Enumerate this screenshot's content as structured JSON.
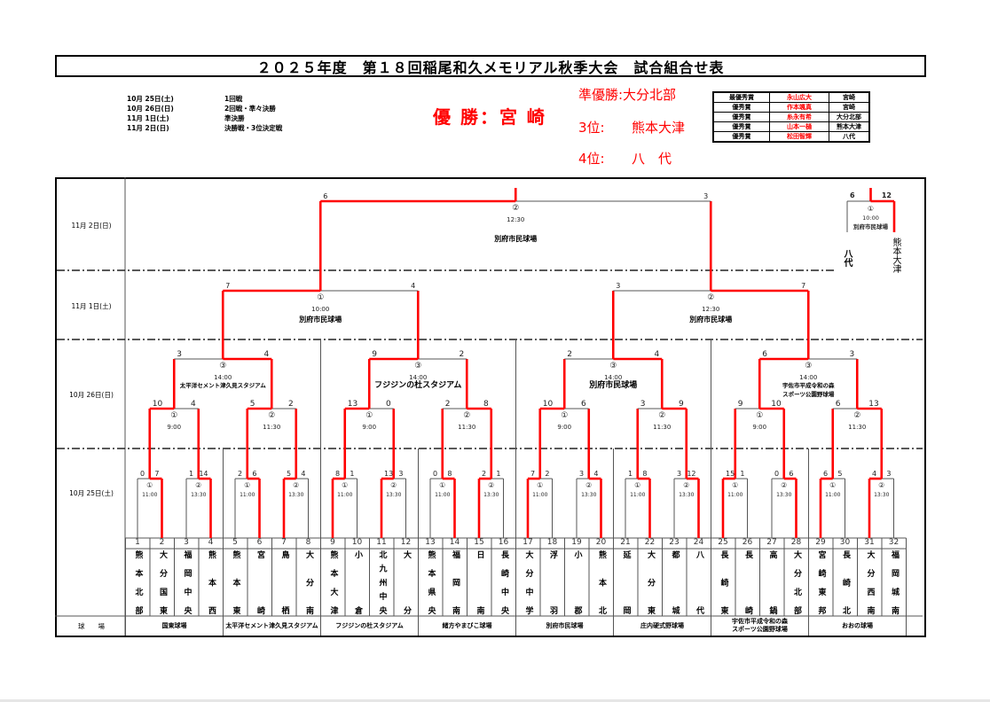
{
  "title": "２０２５年度　第１８回稲尾和久メモリアル秋季大会　試合組合せ表",
  "schedule": [
    {
      "date": "10月 25日(土)",
      "round": "1回戦"
    },
    {
      "date": "10月 26日(日)",
      "round": "2回戦・準々決勝"
    },
    {
      "date": "11月 1日(土)",
      "round": "準決勝"
    },
    {
      "date": "11月 2日(日)",
      "round": "決勝戦・3位決定戦"
    }
  ],
  "results": {
    "champion": "優 勝：宮 崎",
    "runner_up": "準優勝:大分北部",
    "third_label": "3位:",
    "third_team": "熊本大津",
    "fourth_label": "4位:",
    "fourth_team": "八　代"
  },
  "awards": [
    {
      "award": "最優秀賞",
      "player": "永山広大",
      "team": "宮崎"
    },
    {
      "award": "優秀賞",
      "player": "作本颯真",
      "team": "宮崎"
    },
    {
      "award": "優秀賞",
      "player": "糸永有希",
      "team": "大分北部"
    },
    {
      "award": "優秀賞",
      "player": "山本一樋",
      "team": "熊本大津"
    },
    {
      "award": "優秀賞",
      "player": "松田智輝",
      "team": "八代"
    }
  ],
  "row_labels": {
    "nov2": "11月 2日(日)",
    "nov1": "11月 1日(土)",
    "oct26": "10月 26日(日)",
    "oct25": "10月 25日(土)",
    "venue": "球　　場"
  },
  "teams": [
    {
      "no": "1",
      "name": "熊本北部"
    },
    {
      "no": "2",
      "name": "大分国東"
    },
    {
      "no": "3",
      "name": "福岡中央"
    },
    {
      "no": "4",
      "name": "熊本西"
    },
    {
      "no": "5",
      "name": "熊本東"
    },
    {
      "no": "6",
      "name": "宮崎"
    },
    {
      "no": "7",
      "name": "鳥栖"
    },
    {
      "no": "8",
      "name": "大分南"
    },
    {
      "no": "9",
      "name": "熊本大津"
    },
    {
      "no": "10",
      "name": "小倉"
    },
    {
      "no": "11",
      "name": "北九州中央"
    },
    {
      "no": "12",
      "name": "大分"
    },
    {
      "no": "13",
      "name": "熊本県央"
    },
    {
      "no": "14",
      "name": "福岡南"
    },
    {
      "no": "15",
      "name": "日南"
    },
    {
      "no": "16",
      "name": "長崎中央"
    },
    {
      "no": "17",
      "name": "大分中学"
    },
    {
      "no": "18",
      "name": "浮羽"
    },
    {
      "no": "19",
      "name": "小郡"
    },
    {
      "no": "20",
      "name": "熊本北"
    },
    {
      "no": "21",
      "name": "延岡"
    },
    {
      "no": "22",
      "name": "大分東"
    },
    {
      "no": "23",
      "name": "都城"
    },
    {
      "no": "24",
      "name": "八代"
    },
    {
      "no": "25",
      "name": "長崎東"
    },
    {
      "no": "26",
      "name": "長崎"
    },
    {
      "no": "27",
      "name": "高鍋"
    },
    {
      "no": "28",
      "name": "大分北部"
    },
    {
      "no": "29",
      "name": "宮崎東邦"
    },
    {
      "no": "30",
      "name": "長崎北"
    },
    {
      "no": "31",
      "name": "大分西南"
    },
    {
      "no": "32",
      "name": "福岡城南"
    }
  ],
  "venues": [
    "国東球場",
    "太平洋セメント津久見スタジアム",
    "フジジンの杜スタジアム",
    "緒方やまびこ球場",
    "別府市民球場",
    "庄内硬式野球場",
    "宇佐市平成令和の森\nスポーツ公園野球場",
    "おおの球場"
  ],
  "bracket": {
    "r1": [
      {
        "scores": [
          0,
          7
        ],
        "label": "①",
        "time": "11:00"
      },
      {
        "scores": [
          1,
          14
        ],
        "label": "②",
        "time": "13:30"
      },
      {
        "scores": [
          2,
          6
        ],
        "label": "①",
        "time": "11:00"
      },
      {
        "scores": [
          5,
          4
        ],
        "label": "②",
        "time": "13:30"
      },
      {
        "scores": [
          8,
          1
        ],
        "label": "①",
        "time": "11:00"
      },
      {
        "scores": [
          13,
          3
        ],
        "label": "②",
        "time": "13:30"
      },
      {
        "scores": [
          0,
          8
        ],
        "label": "①",
        "time": "11:00"
      },
      {
        "scores": [
          2,
          1
        ],
        "label": "②",
        "time": "13:30"
      },
      {
        "scores": [
          7,
          2
        ],
        "label": "①",
        "time": "11:00"
      },
      {
        "scores": [
          3,
          4
        ],
        "label": "②",
        "time": "13:30"
      },
      {
        "scores": [
          1,
          8
        ],
        "label": "①",
        "time": "11:00"
      },
      {
        "scores": [
          3,
          12
        ],
        "label": "②",
        "time": "13:30"
      },
      {
        "scores": [
          15,
          1
        ],
        "label": "①",
        "time": "11:00"
      },
      {
        "scores": [
          0,
          6
        ],
        "label": "②",
        "time": "13:30"
      },
      {
        "scores": [
          6,
          5
        ],
        "label": "①",
        "time": "11:00"
      },
      {
        "scores": [
          4,
          3
        ],
        "label": "②",
        "time": "13:30"
      }
    ],
    "r2": [
      {
        "scores": [
          10,
          4
        ],
        "label": "①",
        "time": "9:00"
      },
      {
        "scores": [
          5,
          2
        ],
        "label": "②",
        "time": "11:30"
      },
      {
        "scores": [
          13,
          0
        ],
        "label": "①",
        "time": "9:00"
      },
      {
        "scores": [
          2,
          8
        ],
        "label": "②",
        "time": "11:30"
      },
      {
        "scores": [
          10,
          6
        ],
        "label": "①",
        "time": "9:00"
      },
      {
        "scores": [
          3,
          9
        ],
        "label": "②",
        "time": "11:30"
      },
      {
        "scores": [
          9,
          10
        ],
        "label": "①",
        "time": "9:00"
      },
      {
        "scores": [
          6,
          13
        ],
        "label": "②",
        "time": "11:30"
      }
    ],
    "qf": [
      {
        "scores": [
          3,
          4
        ],
        "label": "③",
        "time": "14:00",
        "venue": "太平洋セメント津久見スタジアム"
      },
      {
        "scores": [
          9,
          2
        ],
        "label": "③",
        "time": "14:00",
        "venue": "フジジンの杜スタジアム"
      },
      {
        "scores": [
          2,
          4
        ],
        "label": "③",
        "time": "14:00",
        "venue": "別府市民球場"
      },
      {
        "scores": [
          6,
          3
        ],
        "label": "③",
        "time": "14:00",
        "venue": "宇佐市平成令和の森\nスポーツ公園野球場"
      }
    ],
    "sf": [
      {
        "scores": [
          7,
          4
        ],
        "label": "①",
        "time": "10:00",
        "venue": "別府市民球場"
      },
      {
        "scores": [
          3,
          7
        ],
        "label": "②",
        "time": "12:30",
        "venue": "別府市民球場"
      }
    ],
    "final": [
      {
        "scores": [
          6,
          3
        ],
        "label": "②",
        "time": "12:30",
        "venue": "別府市民球場"
      }
    ],
    "third_place": {
      "teams": [
        "八代",
        "熊本大津"
      ],
      "scores": [
        6,
        12
      ],
      "label": "①",
      "time": "10:00",
      "venue": "別府市民球場"
    }
  },
  "colors": {
    "winner_line": "#ff0000",
    "line": "#555555",
    "result_text": "#ff0000"
  }
}
